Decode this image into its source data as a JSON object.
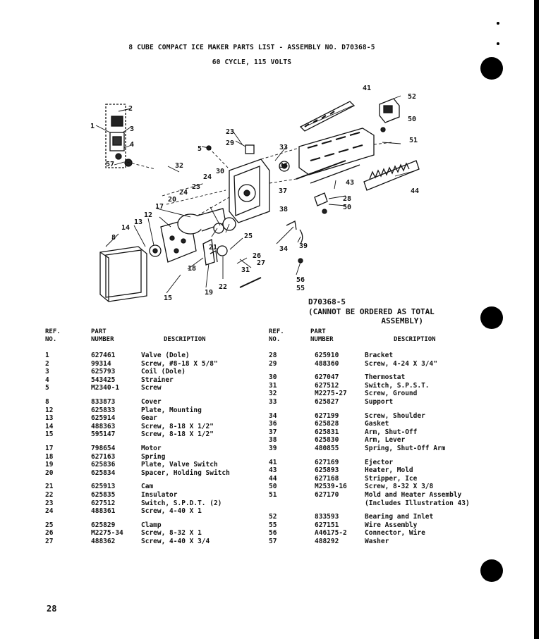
{
  "header": {
    "title": "8 CUBE COMPACT ICE MAKER PARTS LIST - ASSEMBLY NO. D70368-5",
    "subtitle": "60 CYCLE, 115 VOLTS"
  },
  "diagram": {
    "callouts": [
      "1",
      "2",
      "3",
      "4",
      "57",
      "5",
      "32",
      "23",
      "29",
      "33",
      "24",
      "30",
      "36",
      "37",
      "38",
      "20",
      "17",
      "12",
      "13",
      "14",
      "8",
      "21",
      "25",
      "26",
      "27",
      "31",
      "18",
      "19",
      "22",
      "15",
      "34",
      "39",
      "56",
      "55",
      "41",
      "52",
      "50",
      "51",
      "43",
      "28",
      "44"
    ]
  },
  "assembly_note": {
    "code": "D70368-5",
    "line1": "(CANNOT BE ORDERED AS TOTAL",
    "line2": "ASSEMBLY)"
  },
  "columns": {
    "ref_line1": "REF.",
    "ref_line2": "NO.",
    "part_line1": "PART",
    "part_line2": "NUMBER",
    "desc": "DESCRIPTION"
  },
  "left_table": [
    {
      "ref": "1",
      "part": "627461",
      "desc": "Valve (Dole)",
      "gap": false
    },
    {
      "ref": "2",
      "part": "99314",
      "desc": "Screw, #8-18 X 5/8\"",
      "gap": false
    },
    {
      "ref": "3",
      "part": "625793",
      "desc": "Coil (Dole)",
      "gap": false
    },
    {
      "ref": "4",
      "part": "543425",
      "desc": "Strainer",
      "gap": false
    },
    {
      "ref": "5",
      "part": "M2340-1",
      "desc": "Screw",
      "gap": false
    },
    {
      "ref": "8",
      "part": "833873",
      "desc": "Cover",
      "gap": true
    },
    {
      "ref": "12",
      "part": "625833",
      "desc": "Plate, Mounting",
      "gap": false
    },
    {
      "ref": "13",
      "part": "625914",
      "desc": "Gear",
      "gap": false
    },
    {
      "ref": "14",
      "part": "488363",
      "desc": "Screw, 8-18 X 1/2\"",
      "gap": false
    },
    {
      "ref": "15",
      "part": "595147",
      "desc": "Screw, 8-18 X 1/2\"",
      "gap": false
    },
    {
      "ref": "17",
      "part": "798654",
      "desc": "Motor",
      "gap": true
    },
    {
      "ref": "18",
      "part": "627163",
      "desc": "Spring",
      "gap": false
    },
    {
      "ref": "19",
      "part": "625836",
      "desc": "Plate, Valve Switch",
      "gap": false
    },
    {
      "ref": "20",
      "part": "625834",
      "desc": "Spacer, Holding Switch",
      "gap": false
    },
    {
      "ref": "21",
      "part": "625913",
      "desc": "Cam",
      "gap": true
    },
    {
      "ref": "22",
      "part": "625835",
      "desc": "Insulator",
      "gap": false
    },
    {
      "ref": "23",
      "part": "627512",
      "desc": "Switch, S.P.D.T. (2)",
      "gap": false
    },
    {
      "ref": "24",
      "part": "488361",
      "desc": "Screw, 4-40 X 1",
      "gap": false
    },
    {
      "ref": "25",
      "part": "625829",
      "desc": "Clamp",
      "gap": true
    },
    {
      "ref": "26",
      "part": "M2275-34",
      "desc": "Screw, 8-32 X 1",
      "gap": false
    },
    {
      "ref": "27",
      "part": "488362",
      "desc": "Screw, 4-40 X 3/4",
      "gap": false
    }
  ],
  "right_table": [
    {
      "ref": "28",
      "part": "625910",
      "desc": "Bracket",
      "gap": false
    },
    {
      "ref": "29",
      "part": "488360",
      "desc": "Screw, 4-24 X 3/4\"",
      "gap": false
    },
    {
      "ref": "30",
      "part": "627047",
      "desc": "Thermostat",
      "gap": true
    },
    {
      "ref": "31",
      "part": "627512",
      "desc": "Switch, S.P.S.T.",
      "gap": false
    },
    {
      "ref": "32",
      "part": "M2275-27",
      "desc": "Screw, Ground",
      "gap": false
    },
    {
      "ref": "33",
      "part": "625827",
      "desc": "Support",
      "gap": false
    },
    {
      "ref": "34",
      "part": "627199",
      "desc": "Screw, Shoulder",
      "gap": true
    },
    {
      "ref": "36",
      "part": "625828",
      "desc": "Gasket",
      "gap": false
    },
    {
      "ref": "37",
      "part": "625831",
      "desc": "Arm, Shut-Off",
      "gap": false
    },
    {
      "ref": "38",
      "part": "625830",
      "desc": "Arm, Lever",
      "gap": false
    },
    {
      "ref": "39",
      "part": "480855",
      "desc": "Spring, Shut-Off Arm",
      "gap": false
    },
    {
      "ref": "41",
      "part": "627169",
      "desc": "Ejector",
      "gap": true
    },
    {
      "ref": "43",
      "part": "625893",
      "desc": "Heater, Mold",
      "gap": false
    },
    {
      "ref": "44",
      "part": "627168",
      "desc": "Stripper, Ice",
      "gap": false
    },
    {
      "ref": "50",
      "part": "M2539-16",
      "desc": "Screw, 8-32 X 3/8",
      "gap": false
    },
    {
      "ref": "51",
      "part": "627170",
      "desc": "Mold and Heater Assembly",
      "desc2": "(Includes Illustration 43)",
      "gap": false
    },
    {
      "ref": "52",
      "part": "833593",
      "desc": "Bearing and Inlet",
      "gap": true
    },
    {
      "ref": "55",
      "part": "627151",
      "desc": "Wire Assembly",
      "gap": false
    },
    {
      "ref": "56",
      "part": "A46175-2",
      "desc": "Connector, Wire",
      "gap": false
    },
    {
      "ref": "57",
      "part": "488292",
      "desc": "Washer",
      "gap": false
    }
  ],
  "page_number": "28"
}
